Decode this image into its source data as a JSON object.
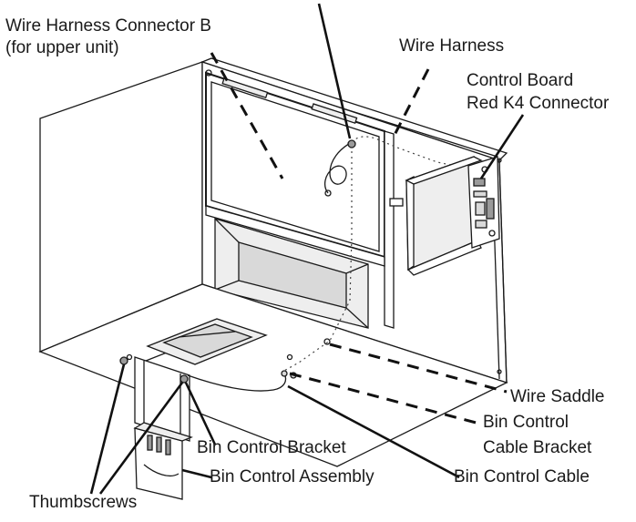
{
  "labels": {
    "harness_connector_b_line1": "Wire Harness Connector B",
    "harness_connector_b_line2": "(for upper unit)",
    "wire_harness": "Wire Harness",
    "control_board_line1": "Control Board",
    "control_board_line2": "Red K4 Connector",
    "wire_saddle": "Wire Saddle",
    "bin_control_cable_bracket_line1": "Bin Control",
    "bin_control_cable_bracket_line2": "Cable Bracket",
    "bin_control_bracket": "Bin Control Bracket",
    "bin_control_assembly": "Bin Control Assembly",
    "bin_control_cable": "Bin Control Cable",
    "thumbscrews": "Thumbscrews"
  }
}
